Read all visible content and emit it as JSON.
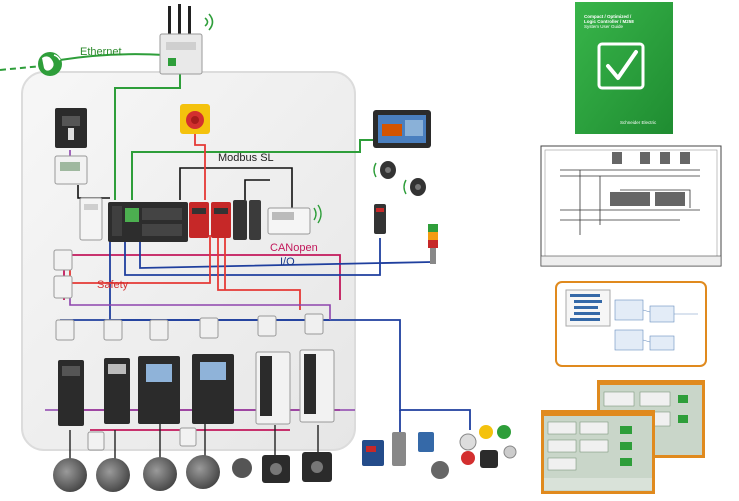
{
  "labels": {
    "ethernet": "Ethernet",
    "modbus": "Modbus SL",
    "canopen": "CANopen",
    "io": "I/O",
    "safety": "Safety"
  },
  "guide_book": {
    "title_line1": "Compact / Optimized /",
    "title_line2": "Logic Controller / M258",
    "subtitle": "System User Guide",
    "brand": "Schneider Electric"
  },
  "colors": {
    "ethernet": "#2e9e3a",
    "modbus": "#111111",
    "canopen": "#c2185b",
    "io": "#1f3f9e",
    "safety": "#e53935",
    "power": "#8e44ad",
    "cabinet": "#eeeeee",
    "book": "#2aa63c"
  },
  "icons": [
    "globe-icon",
    "wireless-router-icon",
    "circuit-breaker-icon",
    "emergency-stop-icon",
    "hmi-touch-panel-icon",
    "plc-controller-icon",
    "safety-module-icon",
    "power-supply-icon",
    "power-meter-icon",
    "rfid-reader-icon",
    "light-barrier-icon",
    "signal-tower-icon",
    "variable-speed-drive-icon",
    "servo-drive-icon",
    "motor-icon",
    "servo-motor-icon",
    "sensor-icon",
    "pushbutton-icon",
    "checkmark-icon"
  ]
}
